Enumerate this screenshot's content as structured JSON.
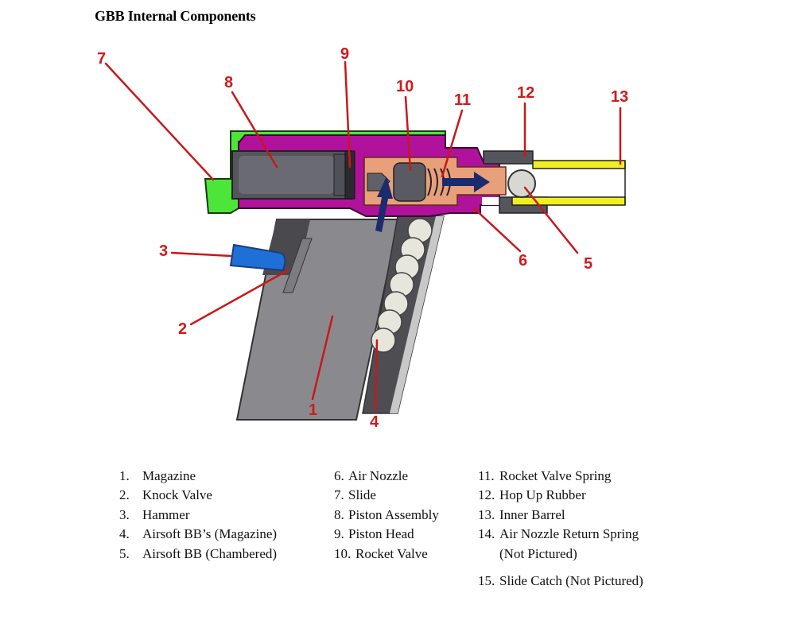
{
  "title": "GBB Internal Components",
  "colors": {
    "label_red": "#d01a1a",
    "slide_green": "#4ce63a",
    "nozzle_magenta": "#b0129c",
    "valve_peach": "#e8a07a",
    "hammer_blue": "#1e6fd8",
    "barrel_yellow": "#f0f020",
    "arrow_navy": "#1c2a6e",
    "metal_gray": "#5a5a60",
    "bb_white": "#e8e8e0"
  },
  "callouts": [
    {
      "id": "1",
      "label": "1"
    },
    {
      "id": "2",
      "label": "2"
    },
    {
      "id": "3",
      "label": "3"
    },
    {
      "id": "4",
      "label": "4"
    },
    {
      "id": "5",
      "label": "5"
    },
    {
      "id": "6",
      "label": "6"
    },
    {
      "id": "7",
      "label": "7"
    },
    {
      "id": "8",
      "label": "8"
    },
    {
      "id": "9",
      "label": "9"
    },
    {
      "id": "10",
      "label": "10"
    },
    {
      "id": "11",
      "label": "11"
    },
    {
      "id": "12",
      "label": "12"
    },
    {
      "id": "13",
      "label": "13"
    }
  ],
  "legend": {
    "col1": [
      {
        "num": "1.",
        "text": "Magazine"
      },
      {
        "num": "2.",
        "text": "Knock Valve"
      },
      {
        "num": "3.",
        "text": "Hammer"
      },
      {
        "num": "4.",
        "text": "Airsoft BB’s (Magazine)"
      },
      {
        "num": "5.",
        "text": "Airsoft BB (Chambered)"
      }
    ],
    "col2": [
      {
        "num": "6.",
        "text": "Air Nozzle"
      },
      {
        "num": "7.",
        "text": "Slide"
      },
      {
        "num": "8.",
        "text": "Piston Assembly"
      },
      {
        "num": "9.",
        "text": "Piston Head"
      },
      {
        "num": "10.",
        "text": "Rocket Valve"
      }
    ],
    "col3": [
      {
        "num": "11.",
        "text": "Rocket Valve Spring"
      },
      {
        "num": "12.",
        "text": "Hop Up Rubber"
      },
      {
        "num": "13.",
        "text": "Inner Barrel"
      },
      {
        "num": "14.",
        "text": "Air Nozzle Return Spring"
      },
      {
        "num": "",
        "text": "(Not Pictured)"
      },
      {
        "num": "15.",
        "text": "Slide Catch (Not Pictured)"
      }
    ]
  }
}
